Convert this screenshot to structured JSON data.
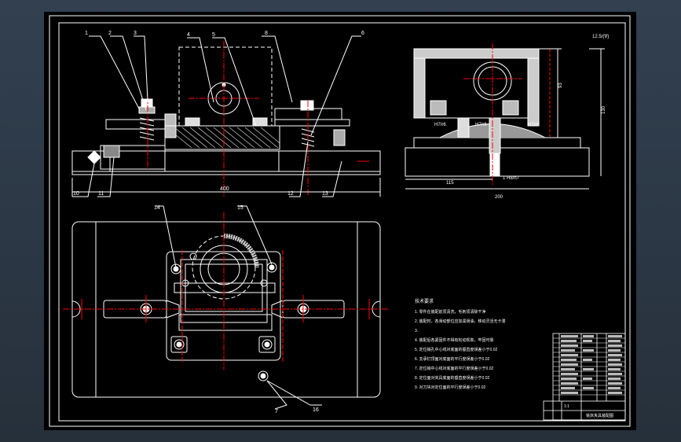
{
  "drawing": {
    "balloons_top": [
      "1",
      "2",
      "3",
      "4",
      "5",
      "6",
      "8"
    ],
    "balloons_bottom": [
      "10",
      "11",
      "12",
      "13"
    ],
    "balloons_plan": [
      "14",
      "15",
      "7",
      "16"
    ],
    "dim_front_width": "400",
    "dim_side_width": "200",
    "dim_side_left": "115",
    "dim_side_height": "130",
    "dim_side_inner": "93",
    "side_label_bottom": "1 H8/n7",
    "fits": [
      "H7/r6",
      "H7/r6",
      "H7/r6"
    ],
    "roughness": "12.5/(∇)",
    "notes_title": "技术要求",
    "notes": [
      "1. 零件在装配前须清洗，毛刺须清除干净",
      "2. 装配时，各滑动部位应加润滑油，移动灵活无卡滞",
      "3.",
      "4. 装配后各紧固件不得有松动现象，牢固可靠",
      "5. 定位销孔中心线对底面的垂直度误差小于0.02",
      "6. 支承钉顶面对底面的平行度误差小于0.02",
      "7. 定位销中心线对底面的平行度误差小于0.02",
      "8. 定位面对夹具底面的垂直度误差小于0.02",
      "9. 对刀块对定位面的平行度误差小于0.02"
    ],
    "title_block": {
      "drawing_name": "铣床夹具装配图",
      "scale": "1:1"
    }
  }
}
